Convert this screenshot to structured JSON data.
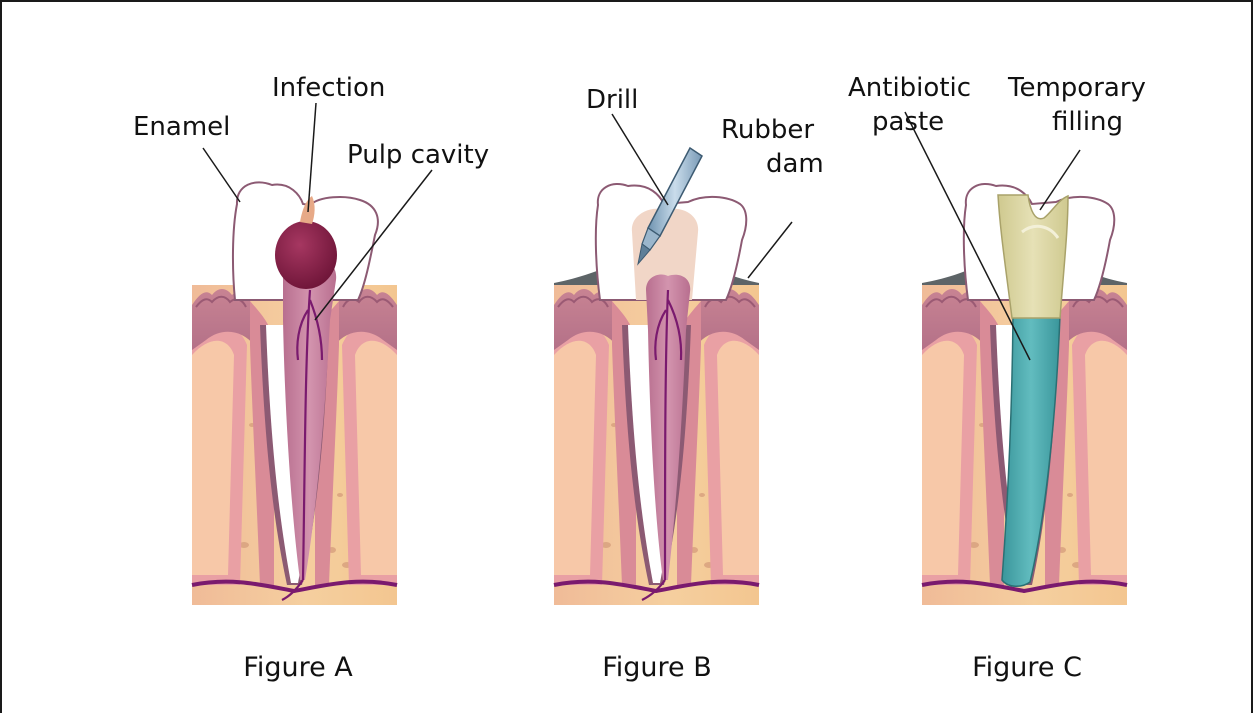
{
  "figures": [
    {
      "caption": "Figure A",
      "labels": {
        "enamel": "Enamel",
        "infection": "Infection",
        "pulp_cavity": "Pulp cavity"
      }
    },
    {
      "caption": "Figure B",
      "labels": {
        "drill": "Drill",
        "rubber": "Rubber",
        "dam": "dam"
      }
    },
    {
      "caption": "Figure C",
      "labels": {
        "antibiotic": "Antibiotic",
        "paste": "paste",
        "temporary": "Temporary",
        "filling": "filling"
      }
    }
  ],
  "colors": {
    "bone": "#f2c79a",
    "gum": "#c98594",
    "tooth": "#ffffff",
    "pulp": "#c57a96",
    "nerve": "#7a1a6e",
    "infection": "#8a2048",
    "rubber_dam": "#5d6467",
    "paste": "#4ba8ac",
    "filling": "#ddd7a4"
  }
}
